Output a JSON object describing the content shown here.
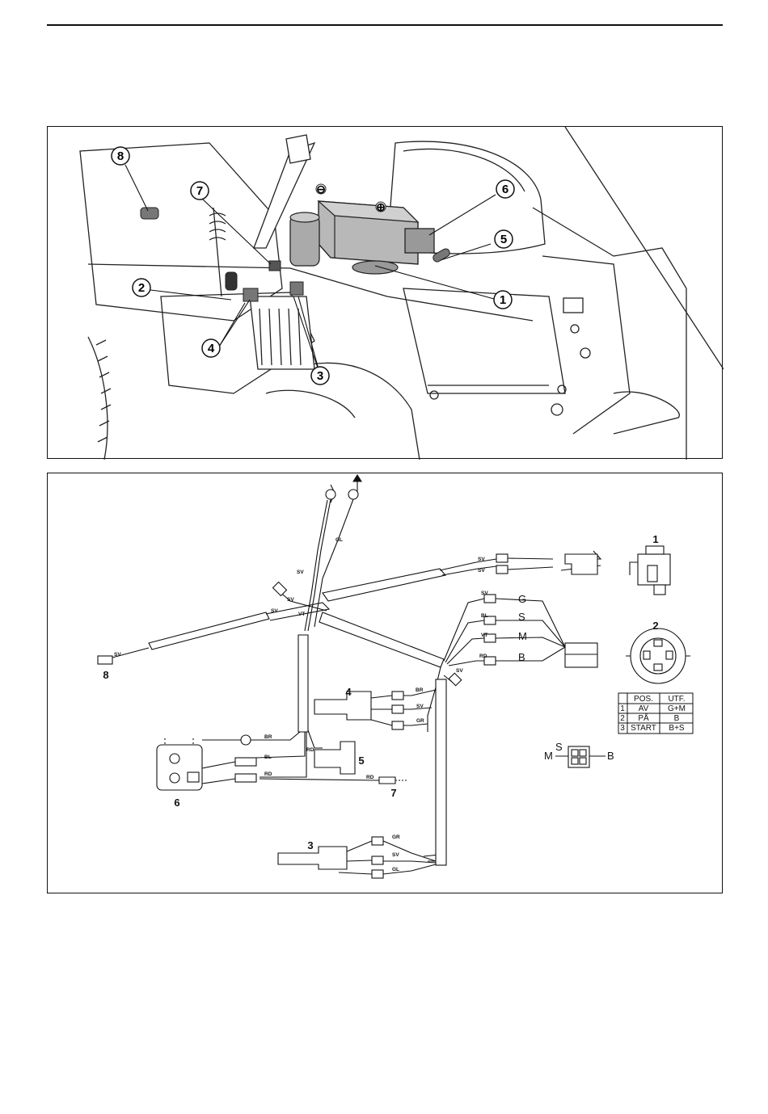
{
  "callouts": {
    "c1": "1",
    "c2": "2",
    "c3": "3",
    "c4": "4",
    "c5": "5",
    "c6": "6",
    "c7": "7",
    "c8": "8"
  },
  "battery": {
    "minus": "⊖",
    "plus": "⊕"
  },
  "wiring": {
    "labels": {
      "n1": "1",
      "n2": "2",
      "n3": "3",
      "n4": "4",
      "n5": "5",
      "n6": "6",
      "n7": "7",
      "n8": "8"
    },
    "wire_tags": {
      "gl": "GL",
      "sv_main": "SV",
      "sv_left": "SV",
      "sv_a": "SV",
      "sv_b": "SV",
      "sv_c": "SV",
      "vt_a": "VT",
      "sv_8": "SV",
      "sv_g": "SV",
      "bl_s": "BL",
      "vt_m": "VT",
      "rd_b": "RD",
      "br_4": "BR",
      "sv_4": "SV",
      "gr_4": "GR",
      "br_6": "BR",
      "bl_6": "BL",
      "rd_6": "RD",
      "rd_7": "RD",
      "rd_5": "RD",
      "gr_3": "GR",
      "sv_3": "SV",
      "gl_3": "GL",
      "sv_conn": "SV"
    },
    "terminals": {
      "g": "G",
      "s": "S",
      "m": "M",
      "b": "B"
    },
    "switch_pins": {
      "s": "S",
      "m": "M",
      "b": "B"
    },
    "position_table": {
      "headers": [
        "",
        "POS.",
        "UTF."
      ],
      "rows": [
        [
          "1",
          "AV",
          "G+M"
        ],
        [
          "2",
          "PÅ",
          "B"
        ],
        [
          "3",
          "START",
          "B+S"
        ]
      ]
    }
  }
}
